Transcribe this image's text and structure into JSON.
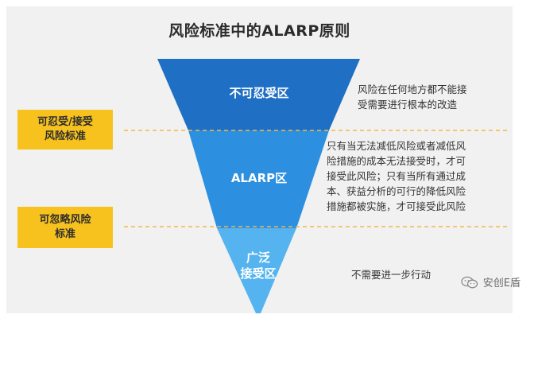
{
  "title": "风险标准中的ALARP原则",
  "zones": {
    "top": {
      "label": "不可忍受区"
    },
    "middle": {
      "label": "ALARP区"
    },
    "bottom": {
      "label_line1": "广泛",
      "label_line2": "接受区"
    }
  },
  "side_labels": {
    "tolerable": {
      "line1": "可忍受/接受",
      "line2": "风险标准"
    },
    "negligible": {
      "line1": "可忽略风险",
      "line2": "标准"
    }
  },
  "descriptions": {
    "top": [
      "风险在任何地方都不能接",
      "受需要进行根本的改造"
    ],
    "middle": [
      "只有当无法减低风险或者减低风",
      "险措施的成本无法接受时，才可",
      "接受此风险；只有当所有通过成",
      "本、获益分析的可行的降低风险",
      "措施都被实施，才可接受此风险"
    ],
    "bottom": [
      "不需要进一步行动"
    ]
  },
  "watermark": {
    "text": "安创E盾",
    "icon": "wechat-icon"
  },
  "colors": {
    "top_zone": "#1f6fc4",
    "middle_zone": "#2c8fe0",
    "bottom_zone": "#55b4f0",
    "side_box": "#f7c21e",
    "dashed_line": "#f2b84a"
  }
}
